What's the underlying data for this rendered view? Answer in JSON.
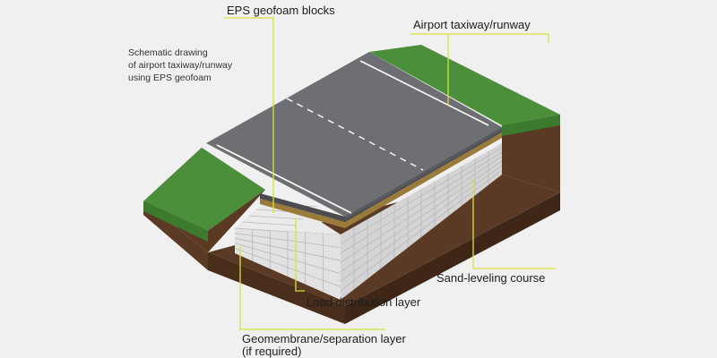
{
  "caption": {
    "line1": "Schematic drawing",
    "line2": "of airport taxiway/runway",
    "line3": "using EPS geofoam"
  },
  "labels": {
    "eps_blocks": "EPS geofoam blocks",
    "runway": "Airport taxiway/runway",
    "sand_course": "Sand-leveling course",
    "load_layer": "Load distribution layer",
    "geomembrane_1": "Geomembrane/separation layer",
    "geomembrane_2": "(if required)"
  },
  "colors": {
    "background": "#f0f0f1",
    "asphalt": "#6e6f72",
    "grass": "#4b8f3b",
    "soil": "#5a3a24",
    "eps": "#e4e4e4",
    "sand": "#9b7b3c",
    "leader": "#d8e23a"
  }
}
